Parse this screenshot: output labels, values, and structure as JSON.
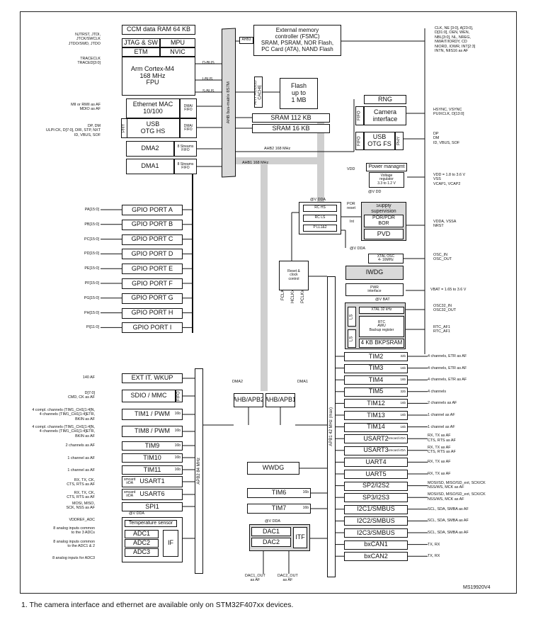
{
  "top_caption": "",
  "footnote": "1.  The camera interface and ethernet are available only on STM32F407xx devices.",
  "figure_id": "MS19920V4",
  "blocks": {
    "ccm": "CCM data RAM 64 KB",
    "jtag": "JTAG & SW",
    "mpu": "MPU",
    "etm": "ETM",
    "nvic": "NVIC",
    "cpu": "Arm Cortex-M4\n168 MHz\nFPU",
    "eth": "Ethernet MAC\n10/100",
    "usbhs": "USB\nOTG HS",
    "dma2": "DMA2",
    "dma1": "DMA1",
    "fsmc": "External memory\ncontroller (FSMC)\nSRAM, PSRAM, NOR Flash,\nPC Card (ATA), NAND Flash",
    "flash": "Flash\nup to\n1 MB",
    "artcache": "ART ACCEL/\nCACHE",
    "sram112": "SRAM 112 KB",
    "sram16": "SRAM 16 KB",
    "rng": "RNG",
    "camera": "Camera\ninterface",
    "usbfs": "USB\nOTG FS",
    "power": "Power managmt",
    "vreg": "Voltage\nregulator\n3.3 to 1.2 V",
    "supply": "Supply\nsupervision",
    "porpdr": "POR/PDR\nBOR",
    "pvd": "PVD",
    "rchs": "RC HS",
    "rcls": "RC LS",
    "pll": "P LL1&2",
    "reset": "Reset &\nclock\ncontrol",
    "xtalosc": "XTAL OSC\n4- 16MHz",
    "iwdg": "IWDG",
    "pwr": "PWR\ninterface",
    "xtal32": "XTAL 32 kHz",
    "rtc": "RTC\nAWU\nBackup register",
    "bkpsram": "4 KB BKPSRAM",
    "extit": "EXT IT. WKUP",
    "sdio": "SDIO / MMC",
    "tim1": "TIM1 / PWM",
    "tim8": "TIM8 / PWM",
    "tim9": "TIM9",
    "tim10": "TIM10",
    "tim11": "TIM11",
    "usart1": "USART1",
    "usart6": "USART6",
    "spi1": "SPI1",
    "tempsensor": "Temperature sensor",
    "adc1": "ADC1",
    "adc2": "ADC2",
    "adc3": "ADC3",
    "if": "IF",
    "ahbapb2": "AHB/APB2",
    "ahbapb1": "AHB/APB1",
    "wwdg": "WWDG",
    "tim6": "TIM6",
    "tim7": "TIM7",
    "dac1": "DAC1",
    "dac2": "DAC2",
    "itf": "ITF"
  },
  "bus_labels": {
    "dbus": "D-BUS",
    "ibus": "I-BUS",
    "sbus": "S-BUS",
    "ahb3": "AHB3",
    "matrix": "AHB bus-matrix 8S7M",
    "ahb2": "AHB2 168 MHz",
    "ahb1": "AHB1 168 MHz",
    "apb2": "APB2 84 MHz",
    "apb1": "APB1 42 MHz (max)",
    "dma2_lbl": "DMA2",
    "dma1_lbl": "DMA1",
    "dma_fifo": "DMA/\nFIFO",
    "dma_streams": "8 Streams\nFIFO",
    "fifo": "FIFO",
    "phy": "PHY",
    "ls": "LS",
    "vdda": "@V DDA",
    "vbat_at": "@V BAT",
    "vdd_at": "@V DD",
    "b16": "16b",
    "b32": "32b",
    "smcard_irda": "smcard\nirDA"
  },
  "gpio": {
    "ports": [
      "GPIO PORT A",
      "GPIO PORT B",
      "GPIO PORT C",
      "GPIO PORT D",
      "GPIO PORT E",
      "GPIO PORT F",
      "GPIO PORT G",
      "GPIO PORT H",
      "GPIO PORT I"
    ],
    "pins": [
      "PA[15:0]",
      "PB[15:0]",
      "PC[15:0]",
      "PD[15:0]",
      "PE[15:0]",
      "PF[15:0]",
      "PG[15:0]",
      "PH[15:0]",
      "PI[11:0]"
    ]
  },
  "apb1_periphs": [
    {
      "name": "TIM2",
      "bits": "32b",
      "signal": "4 channels, ETR as AF"
    },
    {
      "name": "TIM3",
      "bits": "16b",
      "signal": "4 channels, ETR as AF"
    },
    {
      "name": "TIM4",
      "bits": "16b",
      "signal": "4 channels, ETR as AF"
    },
    {
      "name": "TIM5",
      "bits": "32b",
      "signal": "4 channels"
    },
    {
      "name": "TIM12",
      "bits": "16b",
      "signal": "2 channels as AF"
    },
    {
      "name": "TIM13",
      "bits": "16b",
      "signal": "1 channel as AF"
    },
    {
      "name": "TIM14",
      "bits": "16b",
      "signal": "1 channel as AF"
    },
    {
      "name": "USART2",
      "bits": "smcard irDA",
      "signal": "RX, TX as AF\nCTS, RTS as AF"
    },
    {
      "name": "USART3",
      "bits": "smcard irDA",
      "signal": "RX, TX as AF\nCTS, RTS as AF"
    },
    {
      "name": "UART4",
      "bits": "",
      "signal": "RX, TX as AF"
    },
    {
      "name": "UART5",
      "bits": "",
      "signal": "RX, TX as AF"
    },
    {
      "name": "SP2/I2S2",
      "bits": "",
      "signal": "MOSI/SD, MISO/SD_ext, SCK/CK\nNSS/WS, MCK as AF"
    },
    {
      "name": "SP3/I2S3",
      "bits": "",
      "signal": "MOSI/SD, MISO/SD_ext, SCK/CK\nNSS/WS, MCK as AF"
    },
    {
      "name": "I2C1/SMBUS",
      "bits": "",
      "signal": "SCL, SDA, SMBA as AF"
    },
    {
      "name": "I2C2/SMBUS",
      "bits": "",
      "signal": "SCL, SDA, SMBA as AF"
    },
    {
      "name": "I2C3/SMBUS",
      "bits": "",
      "signal": "SCL, SDA, SMBA as AF"
    },
    {
      "name": "bxCAN1",
      "bits": "",
      "signal": "TX, RX"
    },
    {
      "name": "bxCAN2",
      "bits": "",
      "signal": "TX, RX"
    }
  ],
  "left_signals": {
    "jtag": "NJTRST, JTDI,\nJTCK/SWCLK\nJTDO/SWD, JTDO",
    "trace": "TRACECLK\nTRACED[3:0]",
    "eth": "MII or RMII as AF\nMDIO as AF",
    "usbhs": "DP, DM\nULPI:CK, D[7:0], DIR, STP, NXT\nID, VBUS, SOF",
    "extit": "140 AF",
    "sdio": "D[7:0]\nCMD, CK as AF",
    "tim1": "4 compl. channels (TIM1_CH1[1:4]N,\n4 channels (TIM1_CH1[1:4]ETR,\nBKIN as AF",
    "tim8": "4 compl. channels (TIM1_CH1[1:4]N,\n4 channels (TIM1_CH1[1:4]ETR,\nBKIN as AF",
    "tim9": "2 channels as AF",
    "tim10": "1 channel as AF",
    "tim11": "1 channel as AF",
    "usart1": "RX, TX, CK,\nCTS, RTS as AF",
    "usart6": "RX, TX, CK,\nCTS, RTS as AF",
    "spi1": "MOSI, MISO,\nSCK, NSS as AF",
    "vref": "VDDREF_ADC",
    "adc_a": "8 analog inputs common\nto the 3 ADCs",
    "adc_b": "8 analog inputs common\nto the ADC1 & 2",
    "adc_c": "8 analog inputs for ADC3"
  },
  "right_signals": {
    "fsmc": "CLK, NE [3:0], A[23:0],\nD[31:0], OEN, WEN,\nNBL[3:0], NL, NREG,\nNWAIT/IORDY, CD\nNIORD, IOWR, INT[2:3]\nINTN, NIIS16 as AF",
    "camera": "HSYNC, VSYNC\nPUIXCLK, D[13:0]",
    "usbfs": "DP\nDM\nID, VBUS, SOF",
    "vdd_range": "VDD = 1.8 to 3.6 V\nVSS\nVCAP1, VCAP2",
    "vdda": "VDDA, VSSA\nNRST",
    "osc": "OSC_IN\nOSC_OUT",
    "vbat": "VBAT = 1.65 to 3.6 V",
    "osc32": "OSC32_IN\nOSC32_OUT",
    "rtcaf": "RTC_AF1\nRTC_AF1",
    "vdd_in": "VDD",
    "por_rst": "POR\nreset",
    "int": "Int",
    "clocks": [
      "FCLK",
      "HCLKx",
      "PCLKx"
    ],
    "dac_out": "DAC1_OUT\nas AF",
    "dac2_out": "DAC2_OUT\nas AF"
  }
}
